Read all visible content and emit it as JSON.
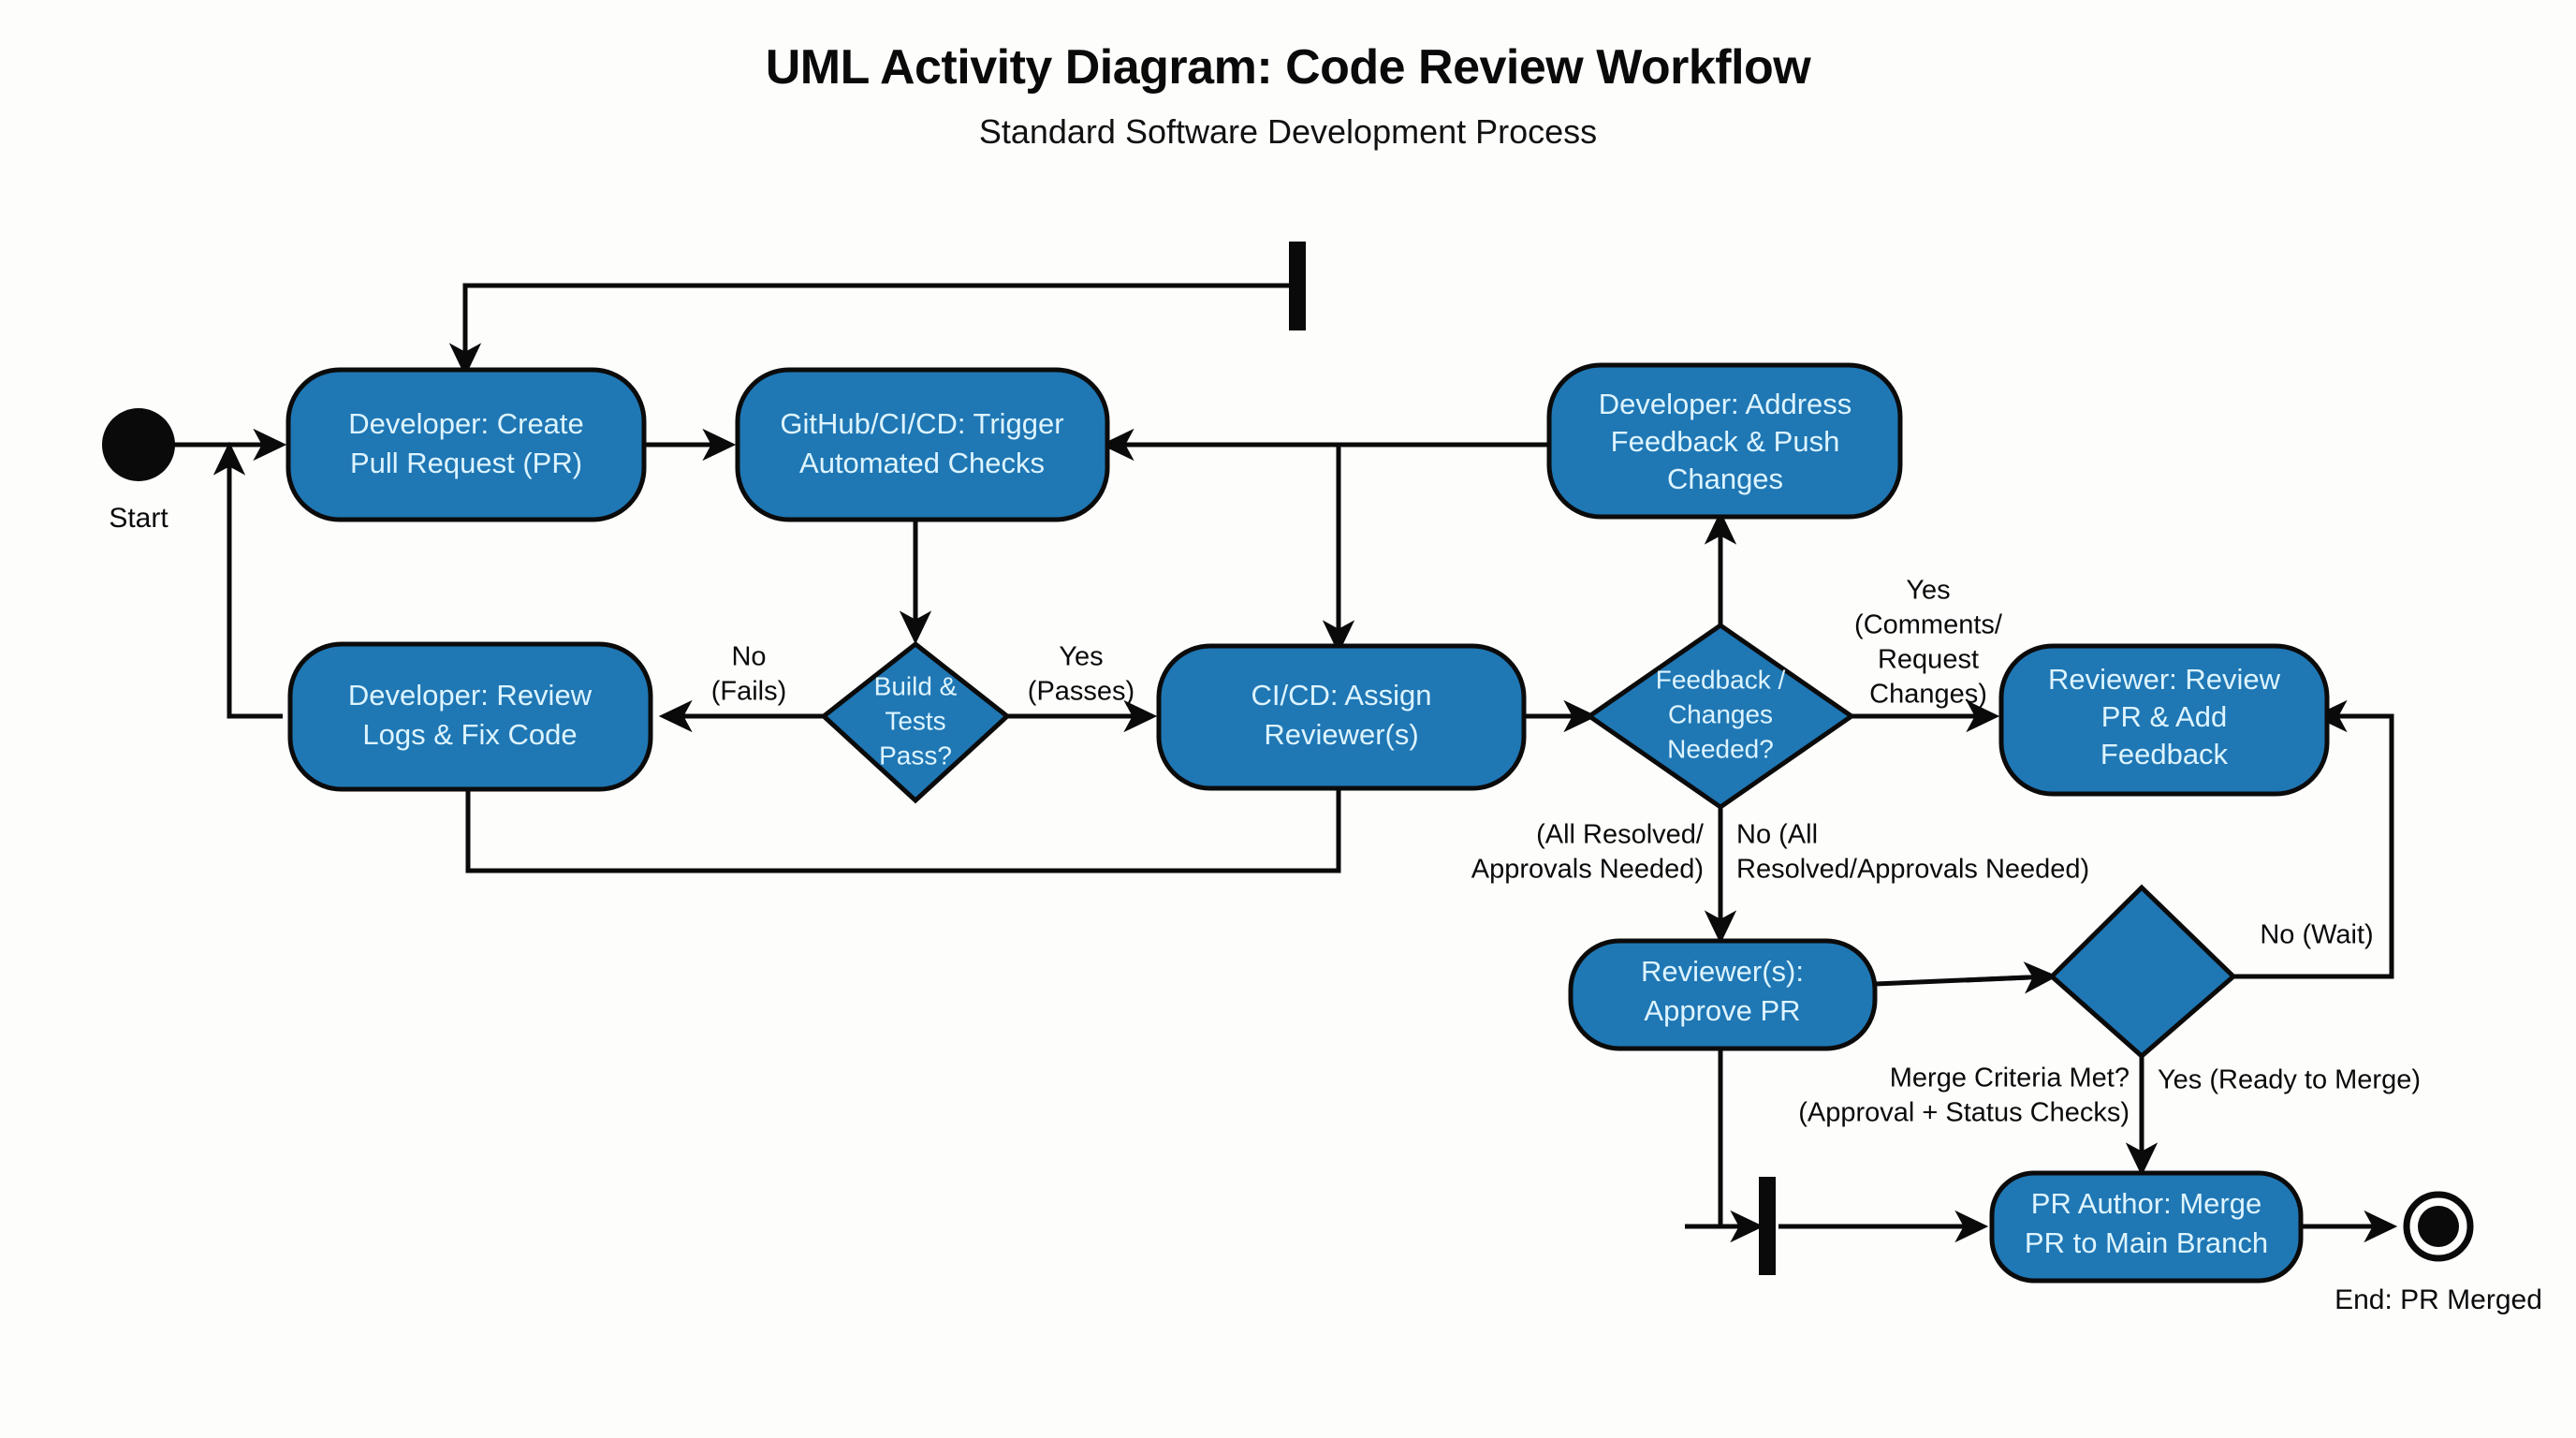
{
  "header": {
    "title": "UML Activity Diagram: Code Review Workflow",
    "subtitle": "Standard Software Development Process"
  },
  "colors": {
    "node_fill": "#1f77b4",
    "node_stroke": "#0b0b0b",
    "node_text": "#ddf4ff",
    "edge": "#0a0a0a",
    "background": "#fdfdfc"
  },
  "terminals": {
    "start_label": "Start",
    "end_label": "End: PR Merged"
  },
  "nodes": {
    "create_pr": {
      "lines": [
        "Developer: Create",
        "Pull Request (PR)"
      ]
    },
    "trigger_checks": {
      "lines": [
        "GitHub/CI/CD: Trigger",
        "Automated Checks"
      ]
    },
    "review_logs": {
      "lines": [
        "Developer: Review",
        "Logs & Fix Code"
      ]
    },
    "assign_reviewers": {
      "lines": [
        "CI/CD: Assign",
        "Reviewer(s)"
      ]
    },
    "address_feedback": {
      "lines": [
        "Developer: Address",
        "Feedback & Push",
        "Changes"
      ]
    },
    "review_pr": {
      "lines": [
        "Reviewer: Review",
        "PR & Add",
        "Feedback"
      ]
    },
    "approve_pr": {
      "lines": [
        "Reviewer(s):",
        "Approve PR"
      ]
    },
    "merge_pr": {
      "lines": [
        "PR Author: Merge",
        "PR to Main Branch"
      ]
    }
  },
  "decisions": {
    "build_tests": {
      "lines": [
        "Build &",
        "Tests",
        "Pass?"
      ]
    },
    "feedback_changes": {
      "lines": [
        "Feedback /",
        "Changes",
        "Needed?"
      ]
    },
    "merge_criteria": {
      "lines": []
    }
  },
  "edge_labels": {
    "build_no": [
      "No",
      "(Fails)"
    ],
    "build_yes": [
      "Yes",
      "(Passes)"
    ],
    "feedback_yes": [
      "Yes",
      "(Comments/",
      "Request",
      "Changes)"
    ],
    "feedback_no": [
      "No (All",
      "Resolved/Approvals Needed)"
    ],
    "feedback_all_resolved": [
      "(All Resolved/",
      "Approvals Needed)"
    ],
    "merge_criteria_question": [
      "Merge Criteria Met?",
      "(Approval + Status Checks)"
    ],
    "merge_yes": [
      "Yes (Ready to Merge)"
    ],
    "merge_no": [
      "No (Wait)"
    ]
  },
  "chart_data": {
    "type": "diagram",
    "diagram_kind": "uml-activity",
    "title": "UML Activity Diagram: Code Review Workflow",
    "subtitle": "Standard Software Development Process",
    "nodes": [
      {
        "id": "start",
        "kind": "initial-node",
        "label": "Start"
      },
      {
        "id": "create_pr",
        "kind": "activity",
        "label": "Developer: Create Pull Request (PR)"
      },
      {
        "id": "trigger_checks",
        "kind": "activity",
        "label": "GitHub/CI/CD: Trigger Automated Checks"
      },
      {
        "id": "build_tests",
        "kind": "decision",
        "label": "Build & Tests Pass?"
      },
      {
        "id": "review_logs",
        "kind": "activity",
        "label": "Developer: Review Logs & Fix Code"
      },
      {
        "id": "assign_reviewers",
        "kind": "activity",
        "label": "CI/CD: Assign Reviewer(s)"
      },
      {
        "id": "feedback_changes",
        "kind": "decision",
        "label": "Feedback / Changes Needed?"
      },
      {
        "id": "review_pr",
        "kind": "activity",
        "label": "Reviewer: Review PR & Add Feedback"
      },
      {
        "id": "address_feedback",
        "kind": "activity",
        "label": "Developer: Address Feedback & Push Changes"
      },
      {
        "id": "approve_pr",
        "kind": "activity",
        "label": "Reviewer(s): Approve PR"
      },
      {
        "id": "merge_criteria",
        "kind": "decision",
        "label": ""
      },
      {
        "id": "merge_pr",
        "kind": "activity",
        "label": "PR Author: Merge PR to Main Branch"
      },
      {
        "id": "end",
        "kind": "final-node",
        "label": "End: PR Merged"
      },
      {
        "id": "bar_top",
        "kind": "join-bar",
        "label": ""
      },
      {
        "id": "bar_bottom",
        "kind": "join-bar",
        "label": ""
      }
    ],
    "edges": [
      {
        "from": "start",
        "to": "create_pr",
        "label": ""
      },
      {
        "from": "create_pr",
        "to": "trigger_checks",
        "label": ""
      },
      {
        "from": "trigger_checks",
        "to": "build_tests",
        "label": ""
      },
      {
        "from": "build_tests",
        "to": "review_logs",
        "label": "No (Fails)"
      },
      {
        "from": "build_tests",
        "to": "assign_reviewers",
        "label": "Yes (Passes)"
      },
      {
        "from": "review_logs",
        "to": "create_pr",
        "label": ""
      },
      {
        "from": "assign_reviewers",
        "to": "review_logs",
        "label": ""
      },
      {
        "from": "assign_reviewers",
        "to": "feedback_changes",
        "label": ""
      },
      {
        "from": "feedback_changes",
        "to": "review_pr",
        "label": "Yes (Comments/Request Changes)"
      },
      {
        "from": "feedback_changes",
        "to": "approve_pr",
        "label": "No (All Resolved/Approvals Needed) / (All Resolved/Approvals Needed)"
      },
      {
        "from": "review_pr",
        "to": "address_feedback",
        "label": ""
      },
      {
        "from": "address_feedback",
        "to": "trigger_checks",
        "label": ""
      },
      {
        "from": "address_feedback",
        "to": "assign_reviewers",
        "label": ""
      },
      {
        "from": "bar_top",
        "to": "create_pr",
        "label": ""
      },
      {
        "from": "approve_pr",
        "to": "merge_criteria",
        "label": ""
      },
      {
        "from": "approve_pr",
        "to": "bar_bottom",
        "label": ""
      },
      {
        "from": "merge_criteria",
        "to": "merge_pr",
        "label": "Yes (Ready to Merge)"
      },
      {
        "from": "merge_criteria",
        "to": "review_pr",
        "label": "No (Wait)"
      },
      {
        "from": "bar_bottom",
        "to": "merge_pr",
        "label": ""
      },
      {
        "from": "merge_pr",
        "to": "end",
        "label": ""
      }
    ],
    "annotations": [
      "Merge Criteria Met? (Approval + Status Checks)"
    ]
  }
}
